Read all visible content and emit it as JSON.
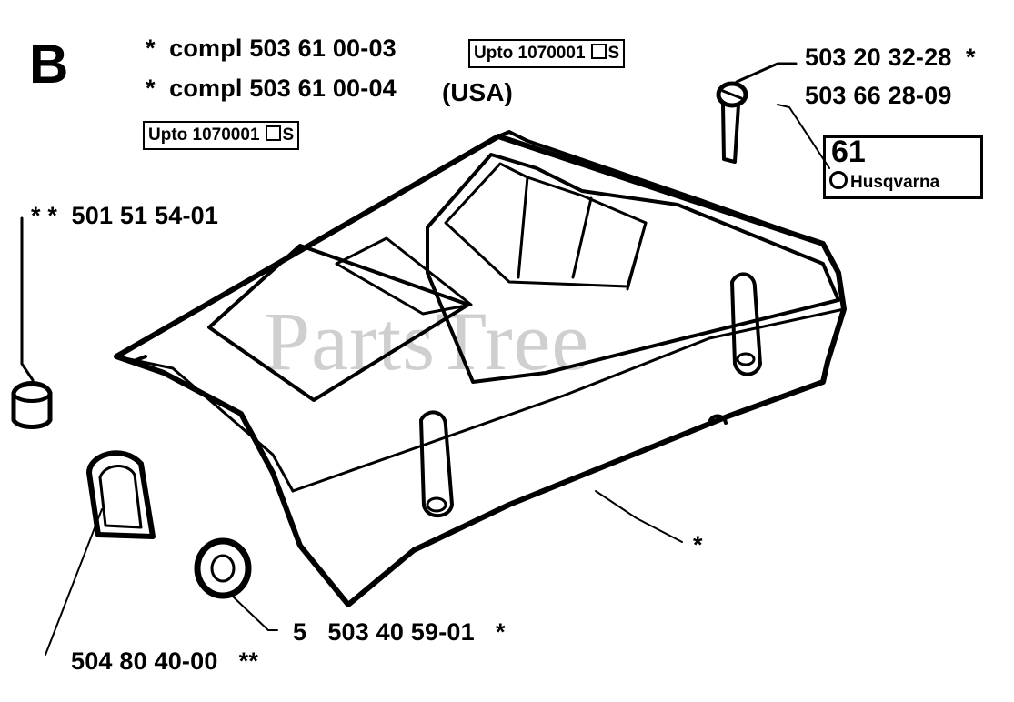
{
  "section_letter": "B",
  "assembly": {
    "lines": [
      {
        "star": "*",
        "text": "compl 503 61 00-03"
      },
      {
        "star": "*",
        "text": "compl 503 61 00-04"
      }
    ],
    "usa_note": "(USA)"
  },
  "serial_boxes": [
    {
      "prefix": "Upto 1070001",
      "suffix": "S"
    },
    {
      "prefix": "Upto 1070001",
      "suffix": "S"
    }
  ],
  "parts": {
    "screw_1": "503 20 32-28",
    "screw_1_star": "*",
    "screw_2": "503 66 28-09",
    "plug_stars": "* *",
    "plug": "501 51 54-01",
    "gasket": "504 80 40-00",
    "gasket_stars": "**",
    "grommet": "503 40 59-01",
    "grommet_star": "*",
    "grommet_prefix": "5",
    "cover_star": "*"
  },
  "logo": {
    "number": "61",
    "brand": "Husqvarna"
  },
  "watermark": "PartsTree"
}
